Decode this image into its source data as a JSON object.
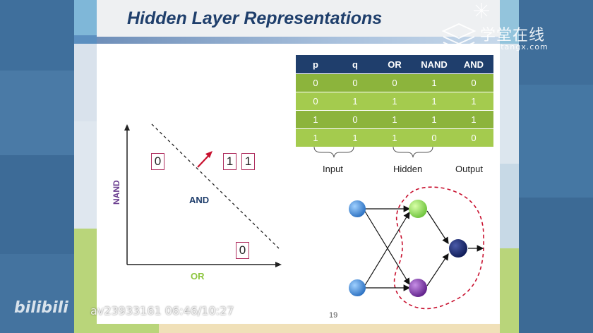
{
  "slide": {
    "title": "Hidden Layer Representations",
    "page_number": "19"
  },
  "truth_table": {
    "headers": [
      "p",
      "q",
      "OR",
      "NAND",
      "AND"
    ],
    "rows": [
      [
        "0",
        "0",
        "0",
        "1",
        "0"
      ],
      [
        "0",
        "1",
        "1",
        "1",
        "1"
      ],
      [
        "1",
        "0",
        "1",
        "1",
        "1"
      ],
      [
        "1",
        "1",
        "1",
        "0",
        "0"
      ]
    ],
    "group_labels": {
      "input": "Input",
      "hidden": "Hidden",
      "output": "Output"
    }
  },
  "plot": {
    "y_axis_label": "NAND",
    "x_axis_label": "OR",
    "region_label": "AND",
    "box_top_left": "0",
    "box_top_right_a": "1",
    "box_top_right_b": "1",
    "box_bottom": "0"
  },
  "network": {
    "input_color": "#3a86d6",
    "hidden_top_color": "#8ed64a",
    "hidden_bottom_color": "#7b2fa0",
    "output_color": "#13236a",
    "boundary_color": "#c8102e"
  },
  "watermarks": {
    "bilibili": "bilibili",
    "video_info": "av23933161 06:46/10:27",
    "xuetang_cn": "学堂在线",
    "xuetang_en": "xuetangx.com"
  },
  "colors": {
    "title": "#1f3f6c",
    "table_header": "#1f3e6c",
    "table_row_dark": "#8cb43c",
    "table_row_light": "#a4cb4e",
    "box_border": "#b03060",
    "nand_label": "#6a3d8f",
    "or_label": "#8dc63f"
  }
}
